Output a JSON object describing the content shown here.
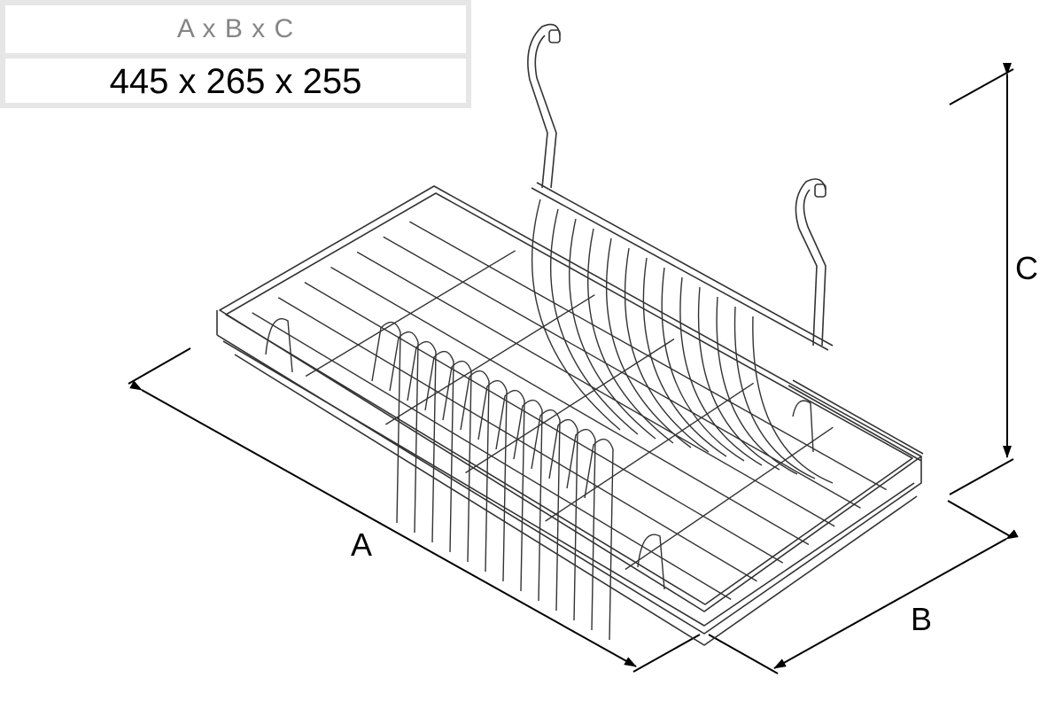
{
  "spec_table": {
    "header": "A x B x C",
    "value": "445 x 265 x 255"
  },
  "dimension_labels": {
    "a": "A",
    "b": "B",
    "c": "C"
  },
  "colors": {
    "line": "#222222",
    "table_border": "#e6e6e6",
    "header_text": "#858585"
  }
}
